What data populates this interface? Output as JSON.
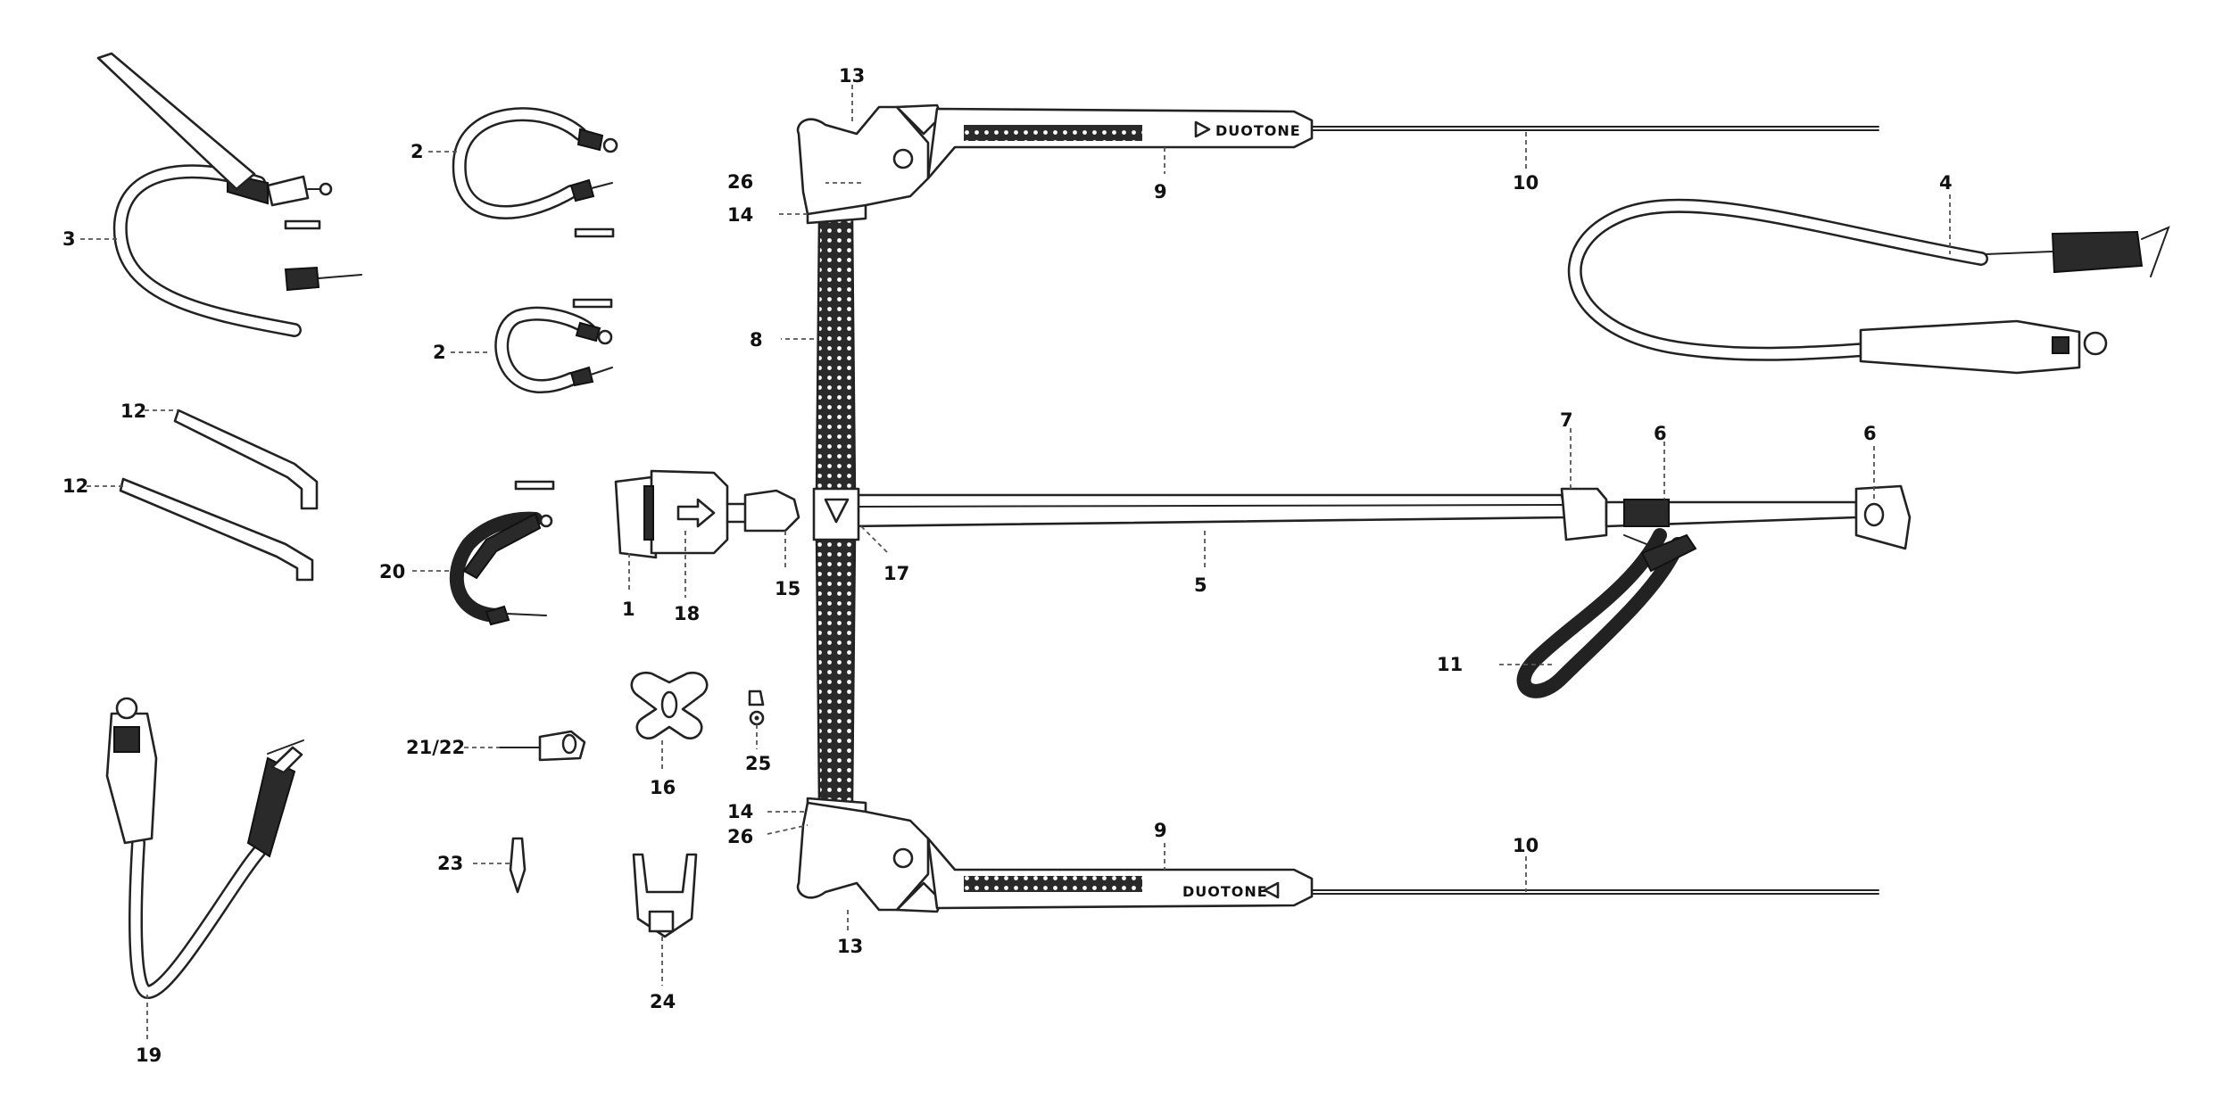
{
  "brand": {
    "logo_text": "DUOTONE"
  },
  "callouts": {
    "c1": "1",
    "c2a": "2",
    "c2b": "2",
    "c3": "3",
    "c4": "4",
    "c5": "5",
    "c6a": "6",
    "c6b": "6",
    "c7": "7",
    "c8": "8",
    "c9a": "9",
    "c9b": "9",
    "c10a": "10",
    "c10b": "10",
    "c11": "11",
    "c12a": "12",
    "c12b": "12",
    "c13a": "13",
    "c13b": "13",
    "c14a": "14",
    "c14b": "14",
    "c15": "15",
    "c16": "16",
    "c17": "17",
    "c18": "18",
    "c19": "19",
    "c20": "20",
    "c21": "21/22",
    "c23": "23",
    "c24": "24",
    "c25": "25",
    "c26a": "26",
    "c26b": "26"
  }
}
